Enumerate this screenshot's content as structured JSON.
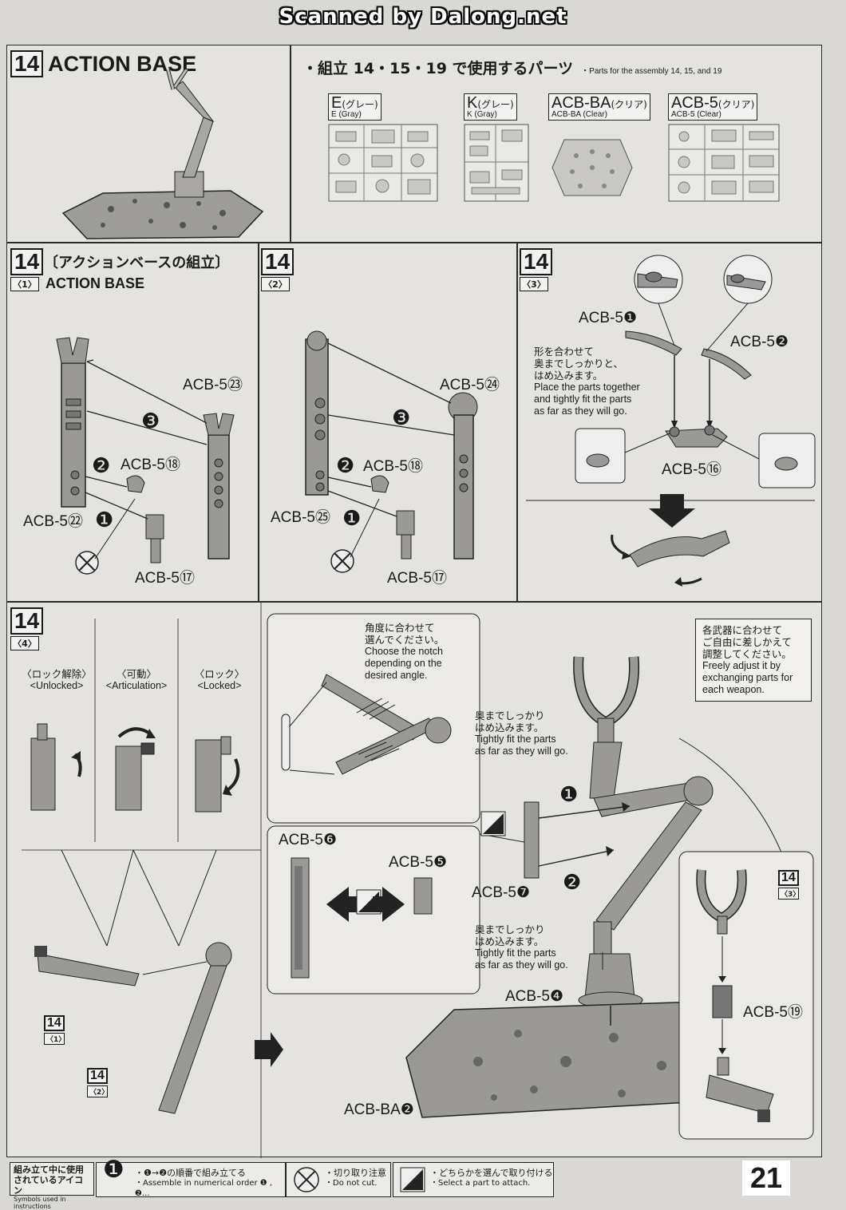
{
  "header": {
    "scan_title": "Scanned by Dalong.net"
  },
  "step14_top": {
    "number": "14",
    "title": "ACTION BASE"
  },
  "parts_panel": {
    "title_jp": "・組立 14・15・19 で使用するパーツ",
    "title_en": "・Parts for the assembly 14, 15, and 19",
    "runners": [
      {
        "code": "E",
        "color_jp": "(グレー)",
        "color_en": "E (Gray)"
      },
      {
        "code": "K",
        "color_jp": "(グレー)",
        "color_en": "K (Gray)"
      },
      {
        "code": "ACB-BA",
        "color_jp": "(クリア)",
        "color_en": "ACB-BA (Clear)"
      },
      {
        "code": "ACB-5",
        "color_jp": "(クリア)",
        "color_en": "ACB-5 (Clear)"
      }
    ]
  },
  "step14_1": {
    "number": "14",
    "sub": "〈1〉",
    "title_jp": "〔アクションベースの組立〕",
    "title_en": "ACTION BASE",
    "parts": [
      "ACB-5㉓",
      "ACB-5⑱",
      "ACB-5㉒",
      "ACB-5⑰"
    ],
    "order": [
      "❸",
      "❷",
      "❶"
    ]
  },
  "step14_2": {
    "number": "14",
    "sub": "〈2〉",
    "parts": [
      "ACB-5㉔",
      "ACB-5⑱",
      "ACB-5㉕",
      "ACB-5⑰"
    ],
    "order": [
      "❸",
      "❷",
      "❶"
    ]
  },
  "step14_3": {
    "number": "14",
    "sub": "〈3〉",
    "parts": [
      "ACB-5❶",
      "ACB-5❷",
      "ACB-5⑯"
    ],
    "note_jp": [
      "形を合わせて",
      "奥までしっかりと、",
      "はめ込みます。"
    ],
    "note_en": [
      "Place the parts together",
      "and tightly fit the parts",
      "as far as they will go."
    ]
  },
  "step14_4": {
    "number": "14",
    "sub": "〈4〉",
    "states": [
      {
        "jp": "〈ロック解除〉",
        "en": "<Unlocked>"
      },
      {
        "jp": "〈可動〉",
        "en": "<Articulation>"
      },
      {
        "jp": "〈ロック〉",
        "en": "<Locked>"
      }
    ],
    "ref1": "14",
    "ref1_sub": "〈1〉",
    "ref2": "14",
    "ref2_sub": "〈2〉"
  },
  "main_assembly": {
    "angle_note_jp": [
      "角度に合わせて",
      "選んでください。"
    ],
    "angle_note_en": [
      "Choose the notch",
      "depending on the",
      "desired angle."
    ],
    "fit_note_jp": [
      "奥までしっかり",
      "はめ込みます。"
    ],
    "fit_note_en": [
      "Tightly fit the parts",
      "as far as they will go."
    ],
    "parts": {
      "p6": "ACB-5❻",
      "p5": "ACB-5❺",
      "p7": "ACB-5❼",
      "p4": "ACB-5❹",
      "ba2": "ACB-BA❷",
      "p19": "ACB-5⑲"
    },
    "order": [
      "❶",
      "❷"
    ],
    "weapon_note_jp": [
      "各武器に合わせて",
      "ご自由に差しかえて",
      "調整してください。"
    ],
    "weapon_note_en": [
      "Freely adjust it by",
      "exchanging parts for",
      "each weapon."
    ],
    "ref": "14",
    "ref_sub": "〈3〉"
  },
  "footer": {
    "icons_jp": [
      "組み立て中に使用",
      "されているアイコン"
    ],
    "icons_en": "Symbols used in instructions",
    "order_icon": "❶",
    "order_jp": "・❶→❷の順番で組み立てる",
    "order_en": "・Assemble in numerical order ❶ , ❷...",
    "cut_jp": "・切り取り注意",
    "cut_en": "・Do not cut.",
    "select_jp": "・どちらかを選んで取り付ける",
    "select_en": "・Select a part to attach.",
    "page_number": "21"
  },
  "colors": {
    "paper": "#d9d8d4",
    "panel": "#e4e3df",
    "part": "#9a9996",
    "ink": "#1a1a1a"
  }
}
